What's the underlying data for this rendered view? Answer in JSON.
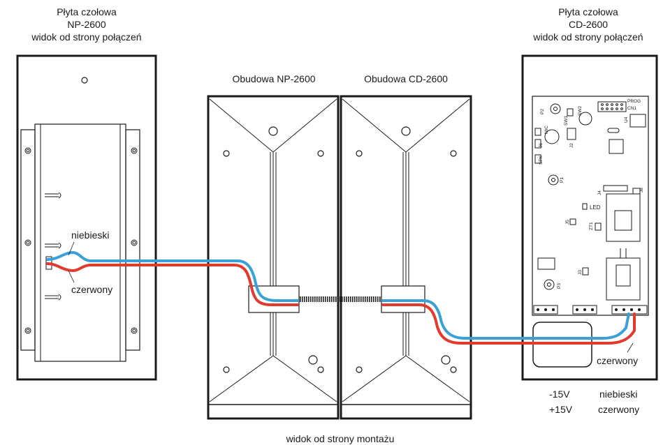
{
  "panel_left": {
    "title_line1": "Płyta czołowa",
    "title_line2": "NP-2600",
    "title_line3": "widok od strony połączeń",
    "wire_blue_label": "niebieski",
    "wire_red_label": "czerwony"
  },
  "housing_left": {
    "title": "Obudowa NP-2600"
  },
  "housing_right": {
    "title": "Obudowa CD-2600"
  },
  "panel_right": {
    "title_line1": "Płyta czołowa",
    "title_line2": "CD-2600",
    "title_line3": "widok od strony połączeń",
    "wire_red_label": "czerwony"
  },
  "pcb_labels": {
    "prog": "PROG",
    "cn1": "CN1",
    "p2": "P2",
    "sw1": "SW1",
    "sw2": "SW2",
    "u4": "U4",
    "mic": "MIC",
    "j6": "J6",
    "j2": "J2",
    "spk": "SPK",
    "p1": "P1",
    "j4": "J4",
    "j8": "J8",
    "led": "LED",
    "j5": "J5",
    "zt1": "ZT1",
    "j3": "J3",
    "p3": "P3"
  },
  "legend": {
    "minus15": "-15V",
    "plus15": "+15V",
    "blue": "niebieski",
    "red": "czerwony"
  },
  "bottom_caption": "widok od strony montażu",
  "colors": {
    "wire_blue": "#3aa0d8",
    "wire_red": "#e23a2e",
    "outline": "#1a1a1a"
  }
}
